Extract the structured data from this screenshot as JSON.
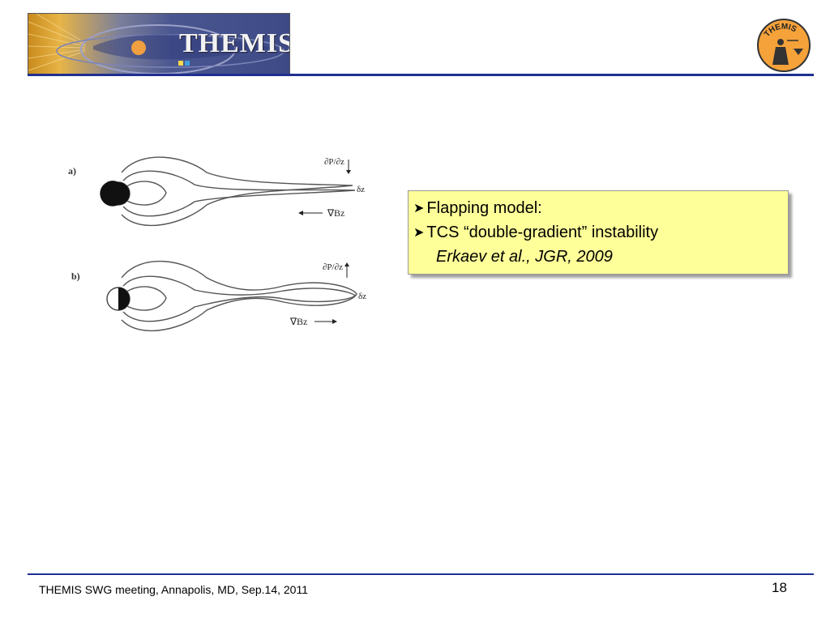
{
  "header": {
    "banner_title": "THEMIS",
    "logo_text": "THEMIS"
  },
  "figure": {
    "panel_a_label": "a)",
    "panel_b_label": "b)",
    "pressure_gradient": "∂P/∂z",
    "thickness": "δz",
    "field_gradient": "∇Bz"
  },
  "callout": {
    "line1": "Flapping model:",
    "line2": "TCS “double-gradient”  instability",
    "reference": "Erkaev et al., JGR, 2009"
  },
  "footer": {
    "meeting": "THEMIS SWG meeting, Annapolis, MD, Sep.14, 2011",
    "page_number": "18"
  },
  "colors": {
    "rule": "#1f2f8f",
    "callout_bg": "#ffff99"
  }
}
